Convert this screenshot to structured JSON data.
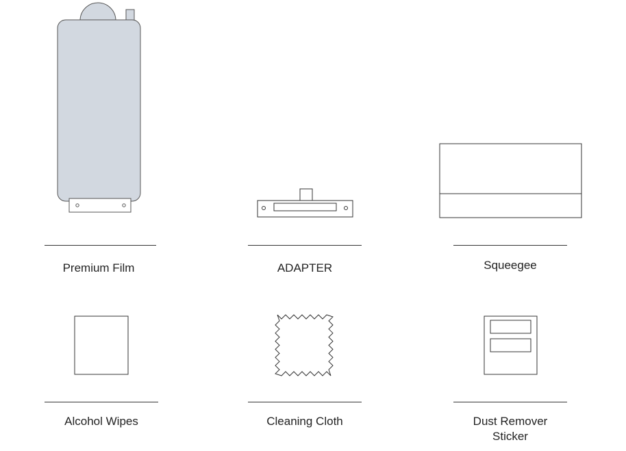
{
  "items": [
    {
      "label": "Premium Film",
      "icon": "premium-film-icon"
    },
    {
      "label": "ADAPTER",
      "icon": "adapter-icon"
    },
    {
      "label": "Squeegee",
      "icon": "squeegee-icon"
    },
    {
      "label": "Alcohol Wipes",
      "icon": "alcohol-wipes-icon"
    },
    {
      "label": "Cleaning Cloth",
      "icon": "cleaning-cloth-icon"
    },
    {
      "label": "Dust Remover\nSticker",
      "icon": "dust-remover-sticker-icon"
    }
  ],
  "colors": {
    "line": "#333333",
    "film_fill": "#d2d8e0",
    "text": "#222222"
  }
}
